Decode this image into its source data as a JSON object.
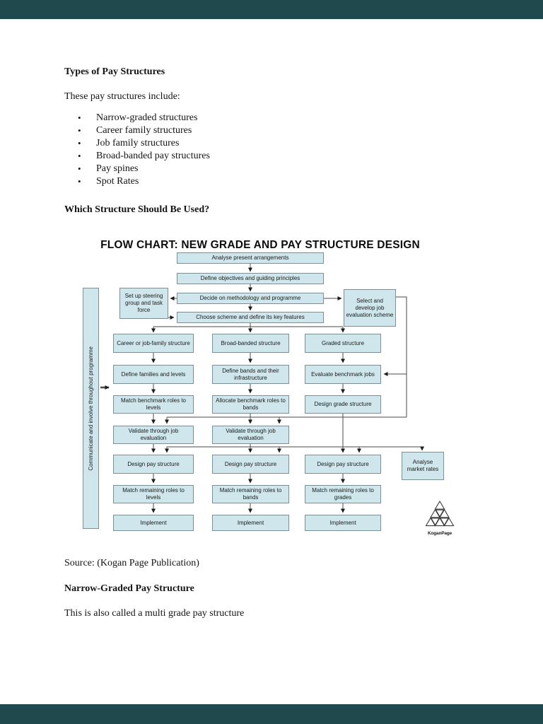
{
  "page": {
    "heading1": "Types of Pay Structures",
    "intro": "These pay structures include:",
    "bullets": [
      "Narrow-graded structures",
      "Career family structures",
      "Job family structures",
      "Broad-banded pay structures",
      "Pay spines",
      "Spot Rates"
    ],
    "heading2": "Which Structure Should Be Used?",
    "source_line": "Source: (Kogan Page Publication)",
    "heading3": "Narrow-Graded Pay Structure",
    "closing_line": "This is also called a multi grade pay structure"
  },
  "flow_chart": {
    "title": "FLOW CHART: NEW GRADE AND PAY STRUCTURE DESIGN",
    "side_bar_label": "Communicate and involve throughout programme",
    "logo_text": "KoganPage",
    "nodes": {
      "analyse_present": "Analyse present arrangements",
      "define_objectives": "Define objectives and guiding principles",
      "decide_methodology": "Decide on methodology and programme",
      "choose_scheme": "Choose scheme and define its key features",
      "setup_steering": "Set up steering group and task force",
      "select_develop": "Select and develop job evaluation scheme",
      "career_structure": "Career or job-family structure",
      "broad_banded": "Broad-banded structure",
      "graded_structure": "Graded structure",
      "define_families": "Define families and levels",
      "define_bands": "Define bands and their infrastructure",
      "evaluate_benchmark": "Evaluate benchmark jobs",
      "match_benchmark": "Match benchmark roles to levels",
      "allocate_benchmark": "Allocate benchmark roles to bands",
      "design_grade": "Design grade structure",
      "validate1": "Validate through job evaluation",
      "validate2": "Validate through job evaluation",
      "design_pay1": "Design pay structure",
      "design_pay2": "Design pay structure",
      "design_pay3": "Design pay structure",
      "analyse_market": "Analyse market rates",
      "match_remaining1": "Match remaining roles to levels",
      "match_remaining2": "Match remaining roles to bands",
      "match_remaining3": "Match remaining roles to grades",
      "implement1": "Implement",
      "implement2": "Implement",
      "implement3": "Implement"
    }
  },
  "colors": {
    "viewer_bar": "#20494e",
    "node_fill": "#cfe7ec",
    "node_border": "#7c8f94",
    "connector": "#3d3d3d"
  }
}
